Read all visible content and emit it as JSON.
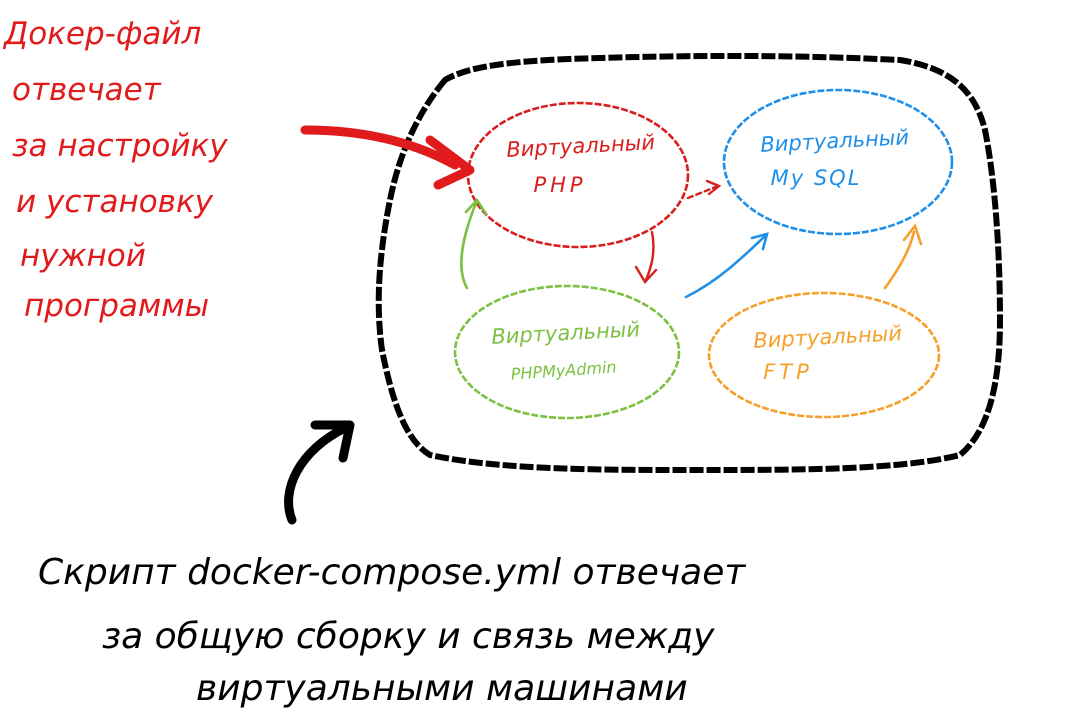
{
  "annotation_dockerfile": [
    "Докер-файл",
    "отвечает",
    "за настройку",
    "и установку",
    "нужной",
    "программы"
  ],
  "annotation_compose": [
    "Скрипт docker-compose.yml отвечает",
    "за общую сборку и связь между",
    "виртуальными машинами"
  ],
  "nodes": {
    "php": {
      "line1": "Виртуальный",
      "line2": "PHP",
      "color": "#d81e1e"
    },
    "mysql": {
      "line1": "Виртуальный",
      "line2": "My SQL",
      "color": "#1f8fe8"
    },
    "phpmyadmin": {
      "line1": "Виртуальный",
      "line2": "PHPMyAdmin",
      "color": "#7cc142"
    },
    "ftp": {
      "line1": "Виртуальный",
      "line2": "FTP",
      "color": "#f5a02a"
    }
  },
  "colors": {
    "ink": "#000000",
    "annotation": "#e11b1b"
  }
}
